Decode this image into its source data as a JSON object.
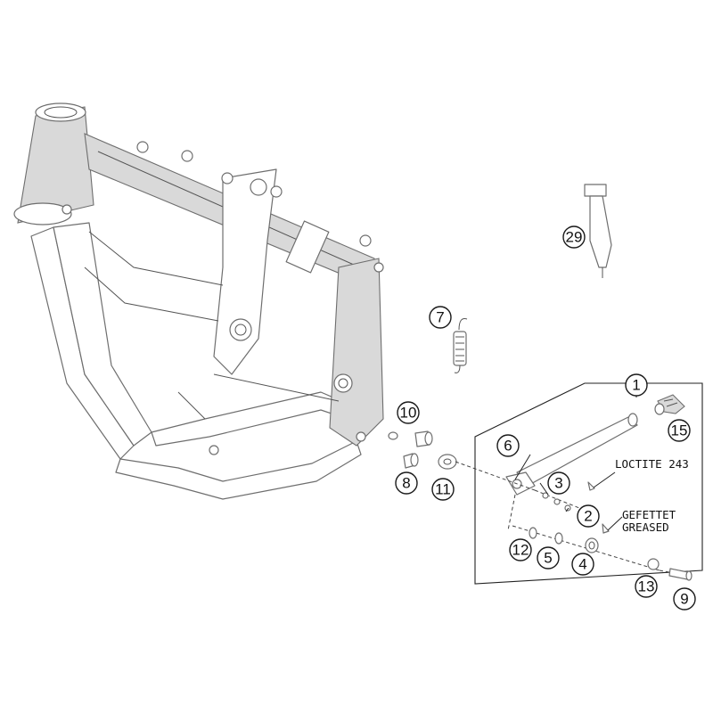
{
  "callouts": [
    {
      "num": "1"
    },
    {
      "num": "2"
    },
    {
      "num": "3"
    },
    {
      "num": "4"
    },
    {
      "num": "5"
    },
    {
      "num": "6"
    },
    {
      "num": "7"
    },
    {
      "num": "8"
    },
    {
      "num": "9"
    },
    {
      "num": "10"
    },
    {
      "num": "11"
    },
    {
      "num": "12"
    },
    {
      "num": "13"
    },
    {
      "num": "15"
    },
    {
      "num": "29"
    }
  ],
  "notes": {
    "loctite": "LOCTITE 243",
    "gefettet": "GEFETTET",
    "greased": "GREASED"
  },
  "colors": {
    "line": "#6e6e6e",
    "shade": "#d9d9d9",
    "ink": "#111111"
  }
}
